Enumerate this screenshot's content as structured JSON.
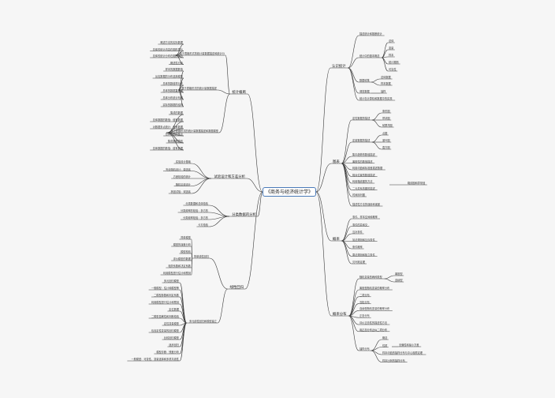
{
  "root": "《商务与经济统计学》",
  "colors": {
    "line": "#3a3a3a",
    "root_border": "#4a7ab8",
    "background": "#f6f6f6"
  },
  "branches": {
    "b1": {
      "label": "统计概断",
      "g1": "基于表格形式的统计量数据描述和统计分",
      "g1_items": [
        "概述方法的实际数据",
        "总体的统计内容在图形表示",
        "总体的统计分布在图形表示",
        "概述性分析"
      ],
      "g2": "基于表格形式的统计量数据描述",
      "g2_items": [
        "样本的数据数值",
        "反应数据的分布选择模型",
        "总体的数值样分布",
        "总体的数据直线图",
        "总体分布统计布局",
        "实际的数据的结构"
      ],
      "g3": "基于表格形式的统计量数据描述和数据模型",
      "g3_items": [
        "集成的数据",
        "总体数据的数值：值有数据",
        "对数据多点统计：值有数据",
        "总体数据的集点",
        "集成数据直线",
        "总体数据的数值：值有数据"
      ]
    },
    "b2": {
      "label": "试验设计和方差分析",
      "items": [
        "实验设计基础",
        "完全随机设计：单因素",
        "方差检验的统计",
        "随机区组设计",
        "析因试验：双因素"
      ]
    },
    "b3": {
      "label": "分类数据的分析",
      "items": [
        "分类数据和总体检验",
        "分类频率的检验：多方的",
        "分类频率检验：多方的",
        "卡方检验"
      ]
    },
    "b4": {
      "label": "线性回归",
      "g1": "简单线性回归",
      "g1_items": [
        "简单模型",
        "模型的误差分析",
        "模型检验",
        "评价模型的数据",
        "相关系数和决定系数",
        "利用模型进行估计和预测"
      ],
      "g2": "多元线性回归和模型建立",
      "g2_items": [
        "多元回归模型",
        "一般模型：估计和模型等",
        "二模型参数和判定系数",
        "利用模型进行估计和预测",
        "定位数据",
        "二模型显著性和判断检验",
        "定性变量模型",
        "包含定性变量的回归模型",
        "比较回归模型",
        "逐步回归",
        "模型诊断：残差分析",
        "一般模型：可变性、变量选择和多重共线性"
      ]
    },
    "b5": {
      "label": "认识统计",
      "g1": "描述统计和推断统计",
      "g2": "统计中的基本概念",
      "g2_items": [
        "总体",
        "变量",
        "样本",
        "统计推断",
        "可靠性"
      ],
      "g3": "数据收集",
      "g3_items": [
        "总体数据",
        "样本数据"
      ],
      "g4": "调查数据",
      "g4_items": [
        "抽样"
      ],
      "g5": "统计在计算机和数据中的实现"
    },
    "b6": {
      "label": "图表",
      "g1": "定性数据的描述",
      "g1_items": [
        "条形图",
        "饼状图",
        "帕累托图"
      ],
      "g2": "定量数据的描述",
      "g2_items": [
        "点图",
        "茎叶图",
        "直方图"
      ],
      "items": [
        "集中趋势的数值描述",
        "离散性的数值描述",
        "利用均值和标准差描述数据",
        "相对位置的数值描述",
        "利用箱线图的方法",
        "二元关系的图形描述",
        "时间序列图"
      ],
      "sub": "箱线图和异常值",
      "last": "描述性方法的误用和误差"
    },
    "b7": {
      "label": "概率",
      "items": [
        "事件、样本空间和概率",
        "事件的并和交",
        "互补事件",
        "加法规则和互斥事件",
        "条件概率",
        "乘法规则和独立事件",
        "贝叶斯定理"
      ]
    },
    "b8": {
      "label": "概率分布",
      "g1": "随机变量的两种类型",
      "g1_items": [
        "离散型",
        "连续型"
      ],
      "items": [
        "离散型随机变量的概率分布",
        "二项分布",
        "泊松分布",
        "连续型随机变量的概率分布",
        "正态分布",
        "评价正态性的描述性方法",
        "用正态分布近似二项分布"
      ],
      "g2": "抽样分布",
      "g2_items": [
        "概念",
        "性质",
        "样本均值的抽样分布与中心极限定理",
        "样本比例的抽样分布"
      ],
      "g2_sub": "无偏性和最小方差"
    }
  }
}
